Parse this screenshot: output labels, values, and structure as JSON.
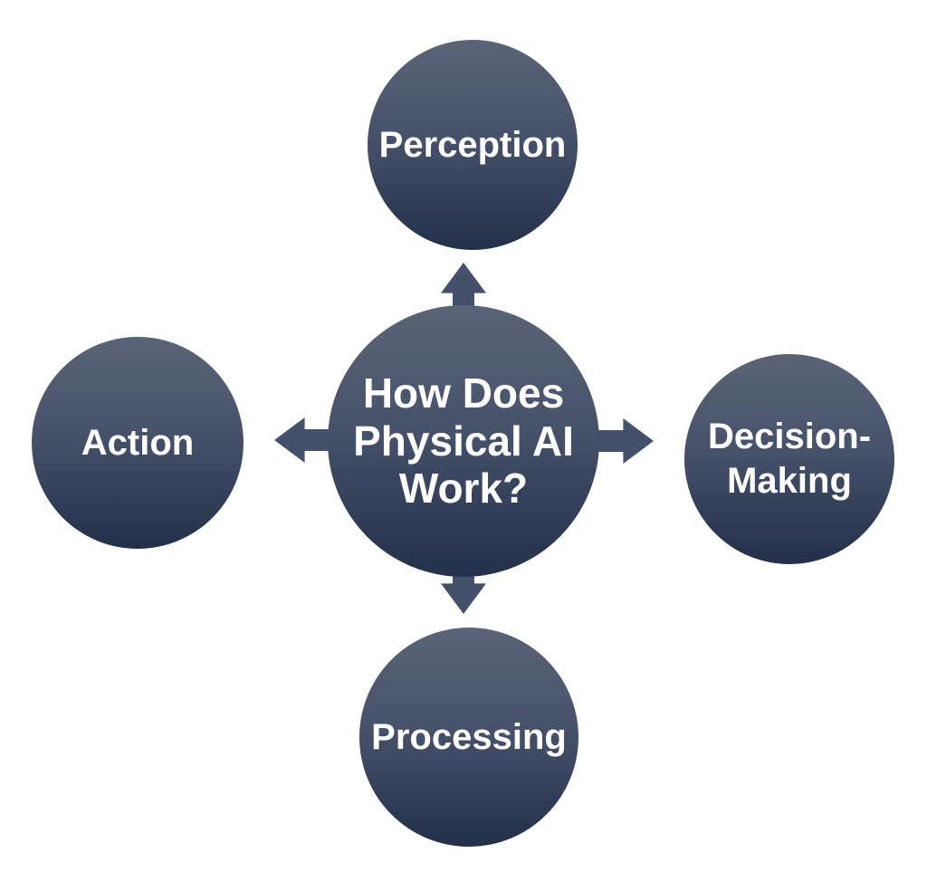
{
  "diagram": {
    "title": "How Does Physical AI Work?",
    "center": {
      "label": "How Does Physical AI Work?"
    },
    "nodes": [
      {
        "id": "perception",
        "label": "Perception",
        "position": "top"
      },
      {
        "id": "decision-making",
        "label": "Decision-Making",
        "position": "right"
      },
      {
        "id": "processing",
        "label": "Processing",
        "position": "bottom"
      },
      {
        "id": "action",
        "label": "Action",
        "position": "left"
      }
    ],
    "connectors": [
      {
        "from": "center",
        "direction": "up",
        "to": "perception"
      },
      {
        "from": "center",
        "direction": "right",
        "to": "decision-making"
      },
      {
        "from": "center",
        "direction": "down",
        "to": "processing"
      },
      {
        "from": "center",
        "direction": "left",
        "to": "action"
      }
    ],
    "colors": {
      "background": "#ffffff",
      "circle_gradient_top": "#5b6476",
      "circle_gradient_bottom": "#233049",
      "arrow": "#45516a",
      "text": "#ffffff"
    }
  }
}
